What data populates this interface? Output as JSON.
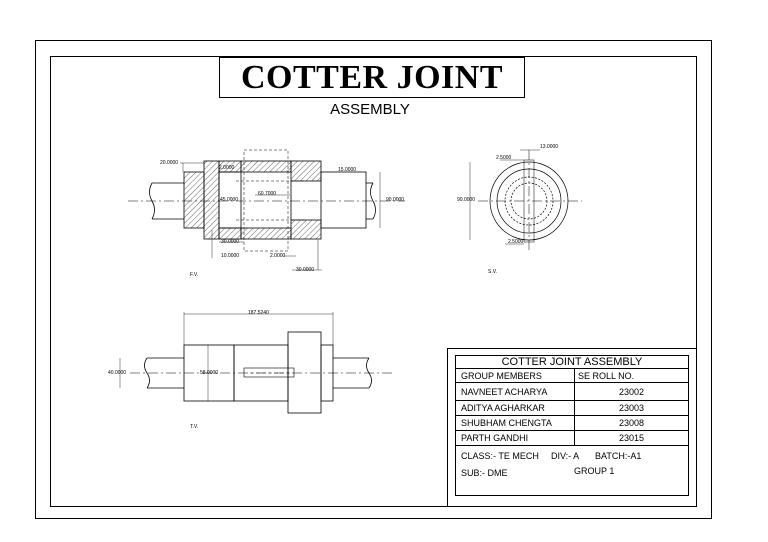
{
  "sheet": {
    "title": "COTTER JOINT",
    "subtitle": "ASSEMBLY"
  },
  "views": {
    "front": {
      "label": "F.V.",
      "dims": [
        "20.0000",
        "2.0000",
        "15.0000",
        "60.7000",
        "90.0000",
        "45.0000",
        "30.0000",
        "10.0000",
        "2.0000",
        "30.0000"
      ]
    },
    "side": {
      "label": "S.V.",
      "dims": [
        "2.5000",
        "13.0000",
        "90.0000",
        "2.5000"
      ]
    },
    "top": {
      "label": "T.V.",
      "dims": [
        "187.5240",
        "40.0000",
        "58.0000"
      ]
    }
  },
  "title_block": {
    "heading": "COTTER JOINT ASSEMBLY",
    "col1_header": "GROUP MEMBERS",
    "col2_header": "SE ROLL NO.",
    "members": [
      {
        "name": "NAVNEET ACHARYA",
        "roll": "23002"
      },
      {
        "name": "ADITYA AGHARKAR",
        "roll": "23003"
      },
      {
        "name": "SHUBHAM CHENGTA",
        "roll": "23008"
      },
      {
        "name": "PARTH GANDHI",
        "roll": "23015"
      }
    ],
    "class_text": "CLASS:- TE MECH",
    "div_text": "DIV:- A",
    "batch_text": "BATCH:-A1",
    "sub_text": "SUB:- DME",
    "group_text": "GROUP 1"
  }
}
